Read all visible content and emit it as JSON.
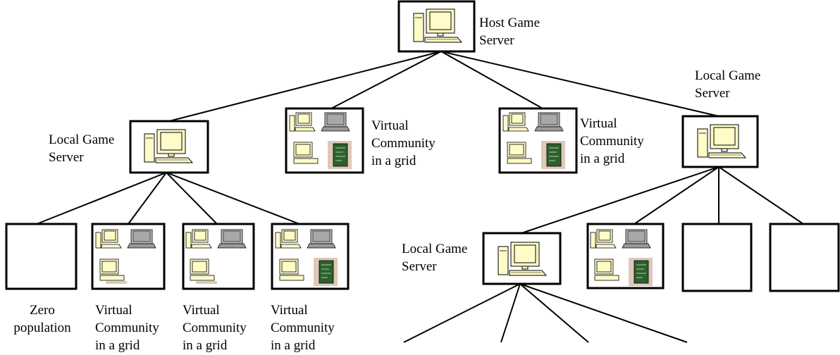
{
  "host_server": {
    "lines": [
      "Host Game",
      "Server"
    ]
  },
  "local_server_left": {
    "lines": [
      "Local Game",
      "Server"
    ]
  },
  "local_server_right": {
    "lines": [
      "Local Game",
      "Server"
    ]
  },
  "local_server_bottom": {
    "lines": [
      "Local Game",
      "Server"
    ]
  },
  "community_top_left": {
    "lines": [
      "Virtual",
      "Community",
      "in a grid"
    ]
  },
  "community_top_right": {
    "lines": [
      "Virtual",
      "Community",
      "in a grid"
    ]
  },
  "zero_population": {
    "lines": [
      "Zero",
      "population"
    ]
  },
  "community_bottom_1": {
    "lines": [
      "Virtual",
      "Community",
      "in a grid"
    ]
  },
  "community_bottom_2": {
    "lines": [
      "Virtual",
      "Community",
      "in a grid"
    ]
  },
  "community_bottom_3": {
    "lines": [
      "Virtual",
      "Community",
      "in a grid"
    ]
  },
  "icons": {
    "server": "desktop-computer-icon",
    "community": "computer-cluster-icon",
    "empty": "empty-node"
  },
  "colors": {
    "screen": "#fffcc8",
    "monitor_frame": "#fffcc8",
    "laptop_screen": "#bdbdbd",
    "board_bg": "#dcc9b8",
    "board": "#2f5f2f",
    "line": "#000000"
  }
}
